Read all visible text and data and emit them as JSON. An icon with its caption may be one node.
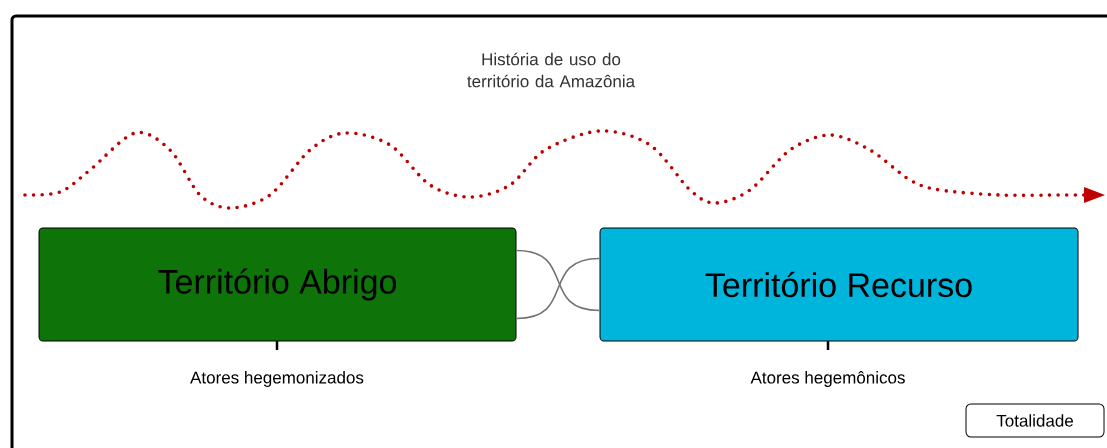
{
  "diagram": {
    "title": "História de uso do território da Amazônia",
    "nodes": [
      {
        "text": [
          "Território Abrigo"
        ],
        "beside": [
          "Atores hegemonizados"
        ]
      },
      {
        "text": [
          "Território Recurso"
        ],
        "beside": [
          "Atores hegemônicos"
        ]
      },
      {
        "text": [
          "Totalidade"
        ]
      }
    ],
    "edges": [
      {
        "from": 0,
        "to": 1,
        "arrow": "none"
      },
      {
        "from": 0,
        "to": 1,
        "arrow": "none"
      }
    ]
  }
}
